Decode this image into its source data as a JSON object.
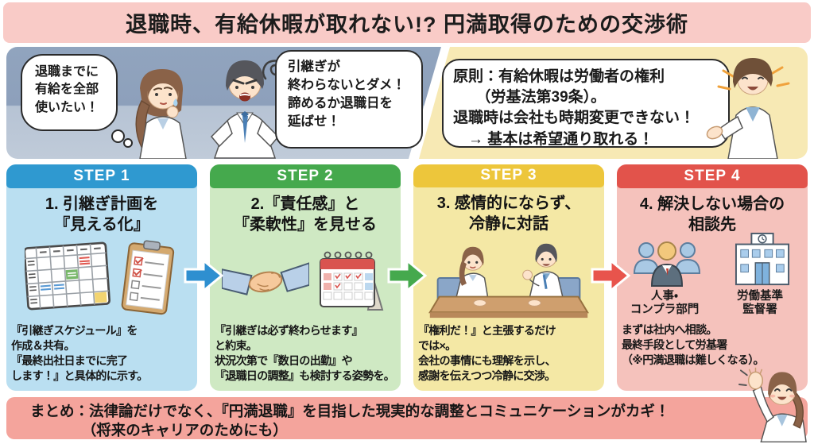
{
  "title": "退職時、有給休暇が取れない!? 円満取得のための交渉術",
  "intro": {
    "worker_thought": "退職までに\n有給を全部\n使いたい！",
    "boss_speech": "引継ぎが\n終わらないとダメ！\n諦めるか退職日を\n延ばせ！",
    "principle_speech": "原則：有給休暇は労働者の権利\n　　（労基法第39条）。\n退職時は会社も時期変更できない！\n　→ 基本は希望通り取れる！"
  },
  "steps": [
    {
      "label": "STEP 1",
      "title": "1. 引継ぎ計画を\n『見える化』",
      "body": "『引継ぎスケジュール』を\n作成＆共有。\n『最終出社日までに完了\nします！』と具体的に示す。",
      "colors": {
        "header": "#2f99d0",
        "bg": "#badff1"
      }
    },
    {
      "label": "STEP 2",
      "title": "2.『責任感』と\n『柔軟性』を見せる",
      "body": "『引継ぎは必ず終わらせます』\nと約束。\n状況次第で『数日の出勤』や\n『退職日の調整』も検討する姿勢を。",
      "colors": {
        "header": "#45a94d",
        "bg": "#cfe9c3"
      }
    },
    {
      "label": "STEP 3",
      "title": "3. 感情的にならず、\n冷静に対話",
      "body": "『権利だ！』と主張するだけ\nでは×。\n会社の事情にも理解を示し、\n感謝を伝えつつ冷静に交渉。",
      "colors": {
        "header": "#edc63b",
        "bg": "#f4e8a5"
      }
    },
    {
      "label": "STEP 4",
      "title": "4. 解決しない場合の\n相談先",
      "body": "まずは社内へ相談。\n最終手段として労基署\n（※円満退職は難しくなる）。",
      "icon_labels": {
        "people": "人事・\nコンプラ部門",
        "building": "労働基準\n監督署"
      },
      "colors": {
        "header": "#e2534b",
        "bg": "#f5c2bc"
      }
    }
  ],
  "arrows": [
    {
      "color": "#2e8fd0"
    },
    {
      "color": "#45a94d"
    },
    {
      "color": "#e8544c"
    }
  ],
  "summary": "まとめ：法律論だけでなく、『円満退職』を目指した現実的な調整とコミュニケーションがカギ！\n　　　　（将来のキャリアのためにも）",
  "colors": {
    "title_band": "#f9cbc7",
    "summary_band": "#f4a49c",
    "intro_left_bg": "#8fa2bd",
    "intro_right_bg": "#f7e9b4",
    "bubble_border": "#2a2a2a"
  }
}
